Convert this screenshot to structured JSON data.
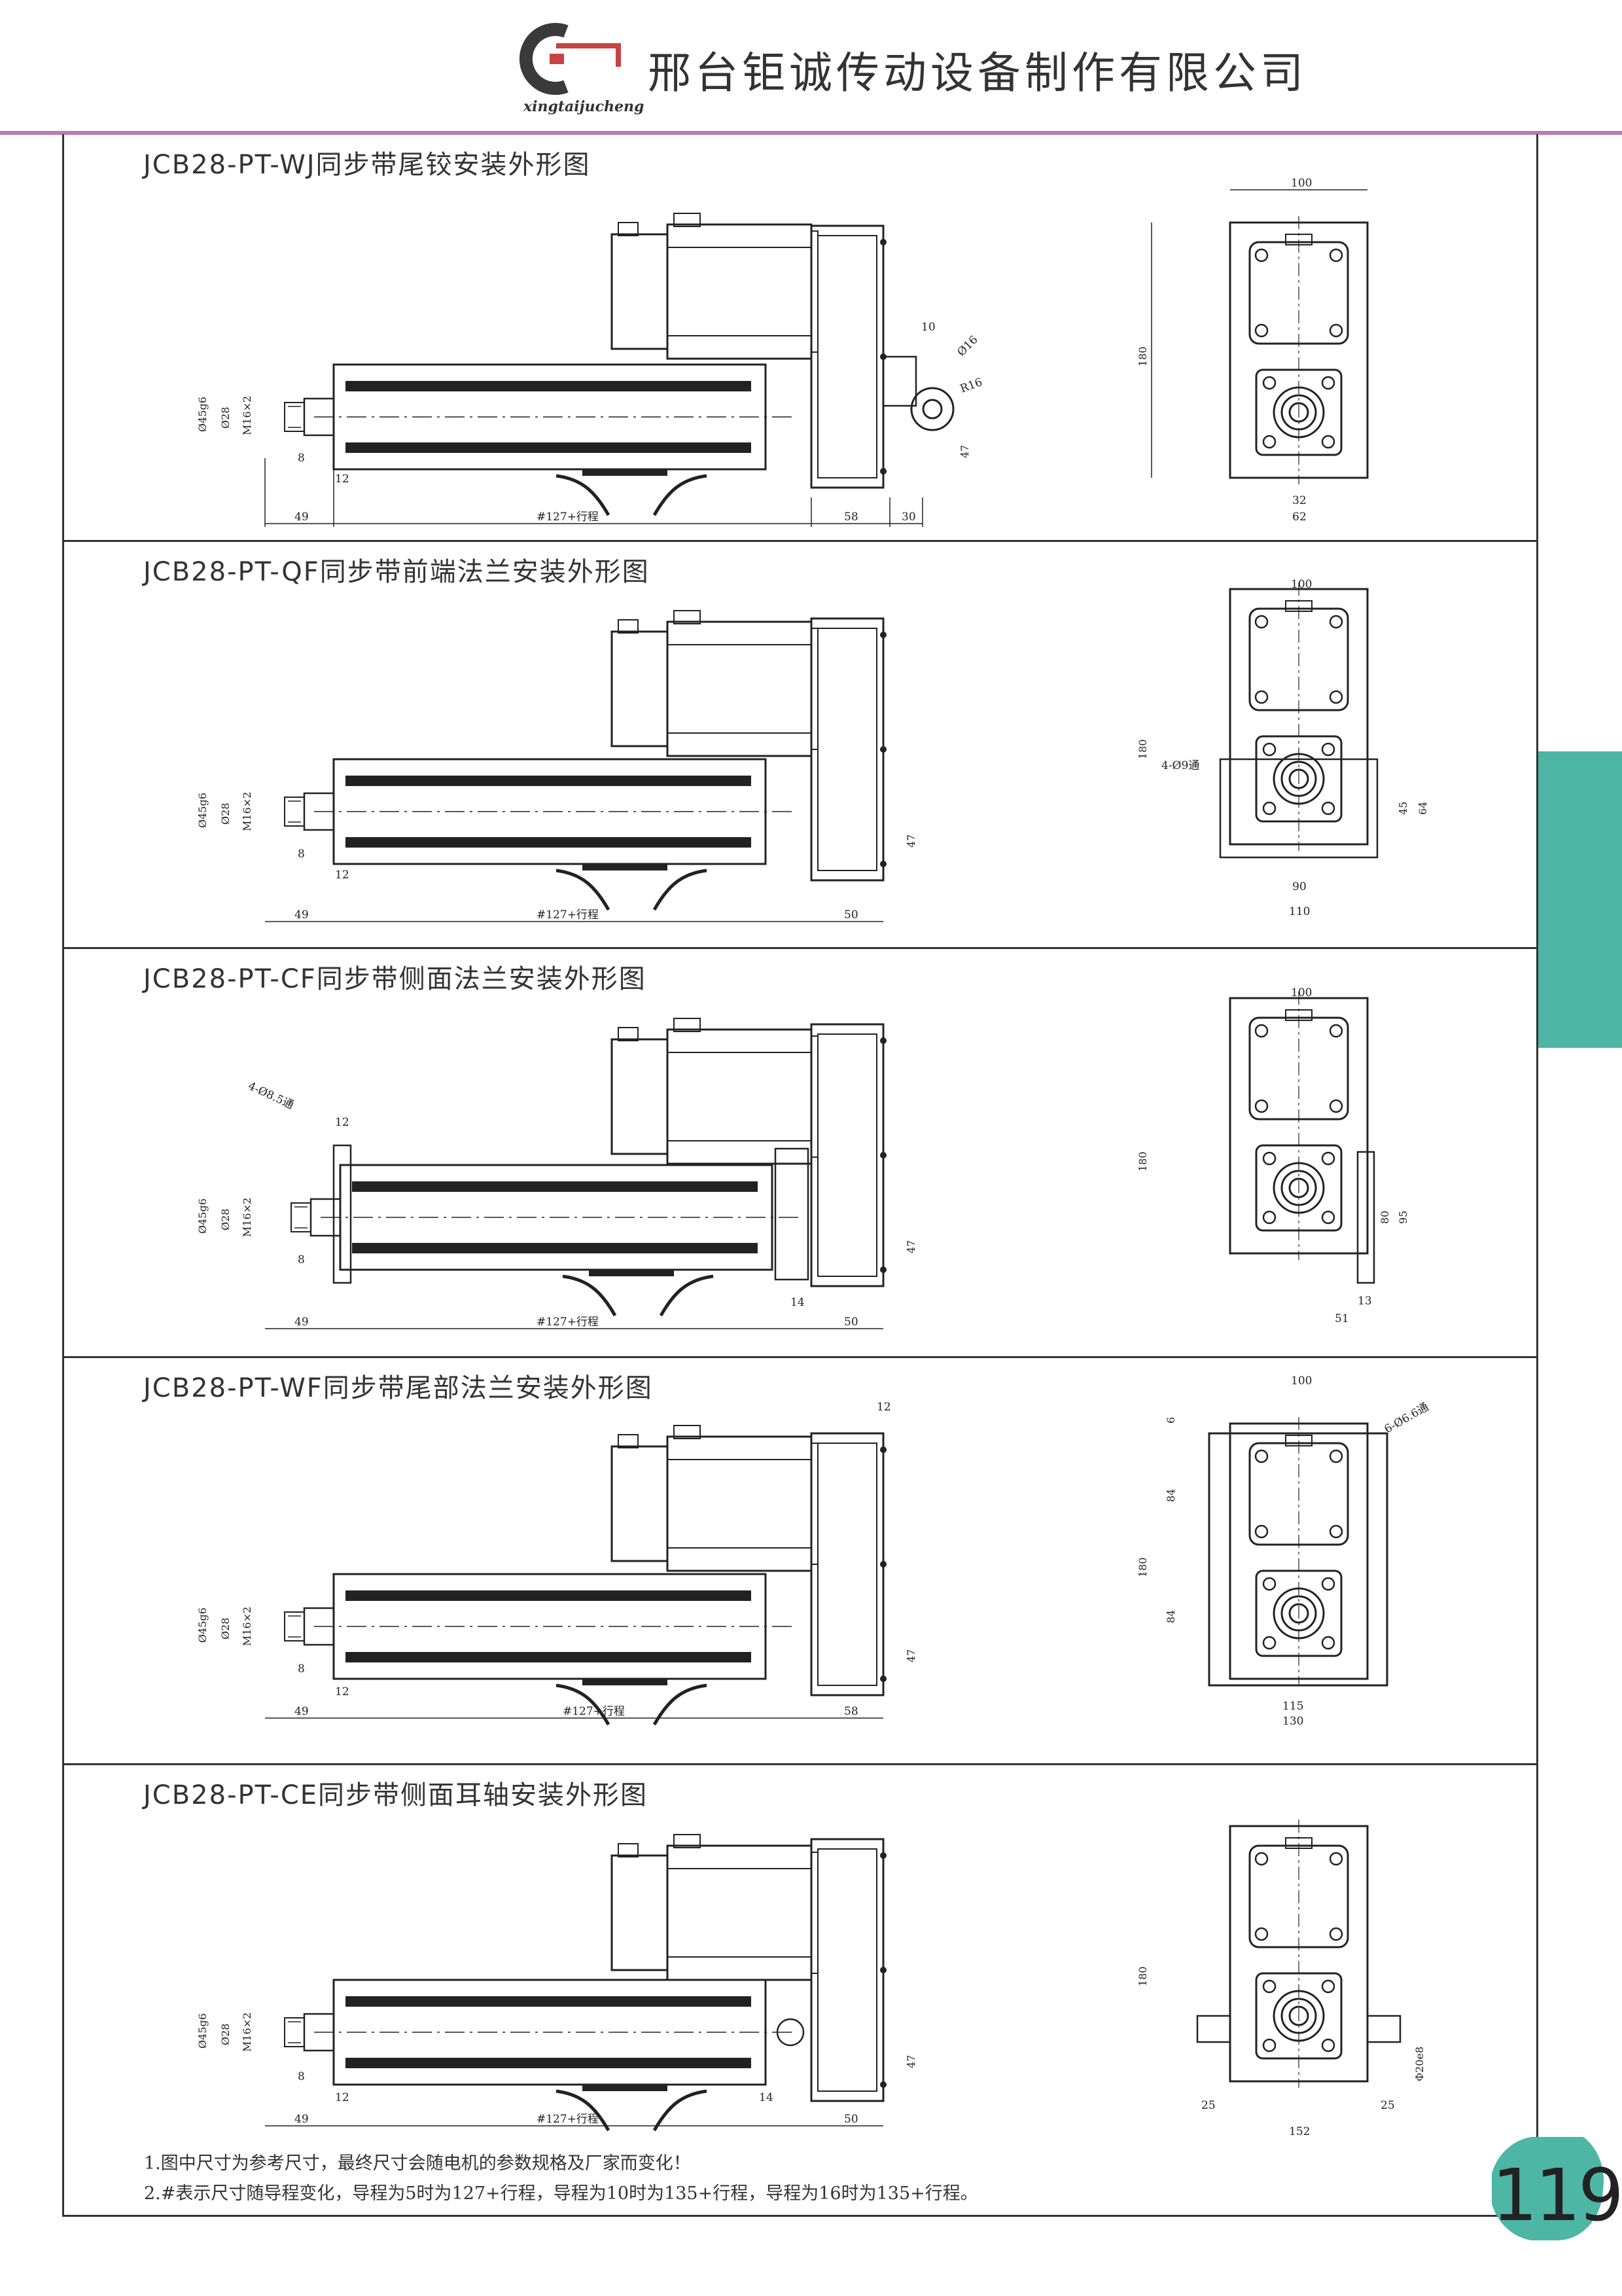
{
  "header": {
    "company_name": "邢台钜诚传动设备制作有限公司",
    "logo_subtext": "xingtaijucheng",
    "accent_color": "#b77bb6"
  },
  "side_tab_color": "#4db6a4",
  "sections": [
    {
      "title": "JCB28-PT-WJ同步带尾铰安装外形图",
      "side_dims": [
        "49",
        "#127+行程",
        "58",
        "30",
        "8",
        "12",
        "10",
        "Ø16",
        "R16",
        "47",
        "Ø45g6",
        "Ø28",
        "M16×2"
      ],
      "end_dims": [
        "100",
        "180",
        "32",
        "62"
      ]
    },
    {
      "title": "JCB28-PT-QF同步带前端法兰安装外形图",
      "side_dims": [
        "49",
        "#127+行程",
        "50",
        "8",
        "12",
        "47",
        "Ø45g6",
        "Ø28",
        "M16×2"
      ],
      "end_dims": [
        "100",
        "180",
        "4-Ø9通",
        "45",
        "64",
        "90",
        "110"
      ]
    },
    {
      "title": "JCB28-PT-CF同步带侧面法兰安装外形图",
      "side_dims": [
        "49",
        "#127+行程",
        "50",
        "14",
        "8",
        "12",
        "47",
        "4-Ø8.5通",
        "Ø45g6",
        "Ø28",
        "M16×2"
      ],
      "end_dims": [
        "100",
        "180",
        "80",
        "95",
        "13",
        "51"
      ]
    },
    {
      "title": "JCB28-PT-WF同步带尾部法兰安装外形图",
      "side_dims": [
        "49",
        "#127+行程",
        "58",
        "8",
        "12",
        "12",
        "47",
        "Ø45g6",
        "Ø28",
        "M16×2"
      ],
      "end_dims": [
        "100",
        "6",
        "84",
        "84",
        "180",
        "6-Ø6.6通",
        "115",
        "130"
      ]
    },
    {
      "title": "JCB28-PT-CE同步带侧面耳轴安装外形图",
      "side_dims": [
        "49",
        "#127+行程",
        "50",
        "14",
        "8",
        "12",
        "47",
        "Ø45g6",
        "Ø28",
        "M16×2"
      ],
      "end_dims": [
        "180",
        "Φ20e8",
        "25",
        "25",
        "152"
      ]
    }
  ],
  "notes": [
    "1.图中尺寸为参考尺寸，最终尺寸会随电机的参数规格及厂家而变化！",
    "2.#表示尺寸随导程变化，导程为5时为127+行程，导程为10时为135+行程，导程为16时为135+行程。"
  ],
  "page_number": "119"
}
